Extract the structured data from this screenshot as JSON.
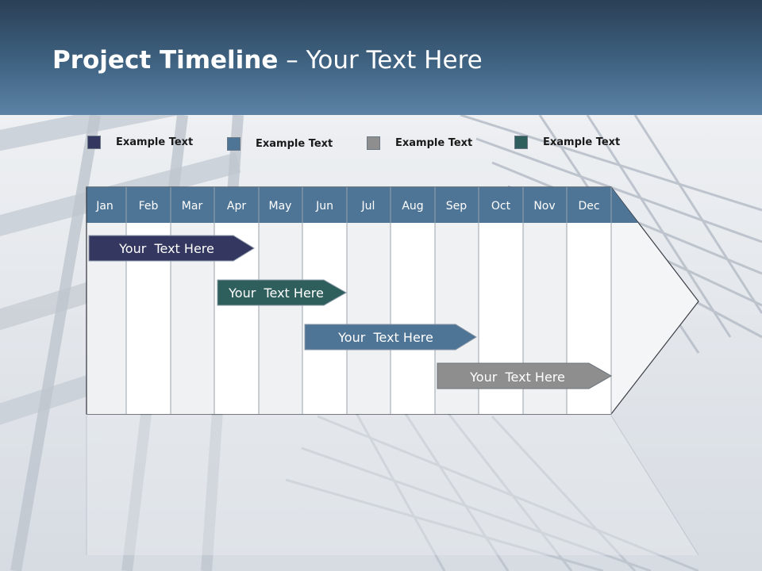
{
  "header": {
    "title_bold": "Project Timeline",
    "title_rest": " – Your Text Here"
  },
  "legend": [
    {
      "label": "Example Text",
      "color": "#34375f"
    },
    {
      "label": "Example Text",
      "color": "#4f7596"
    },
    {
      "label": "Example Text",
      "color": "#8e8e8e"
    },
    {
      "label": "Example Text",
      "color": "#2f5f5d"
    }
  ],
  "months": [
    "Jan",
    "Feb",
    "Mar",
    "Apr",
    "May",
    "Jun",
    "Jul",
    "Aug",
    "Sep",
    "Oct",
    "Nov",
    "Dec"
  ],
  "tasks": [
    {
      "label": "Your  Text Here",
      "color": "#34375f"
    },
    {
      "label": "Your  Text Here",
      "color": "#2f5f5d"
    },
    {
      "label": "Your  Text Here",
      "color": "#4f7596"
    },
    {
      "label": "Your  Text Here",
      "color": "#8e8e8e"
    }
  ],
  "colors": {
    "header_dark": "#2a3f55",
    "month_band": "#4f7596",
    "column_light": "#ffffff",
    "column_shade": "#f0f1f2"
  }
}
